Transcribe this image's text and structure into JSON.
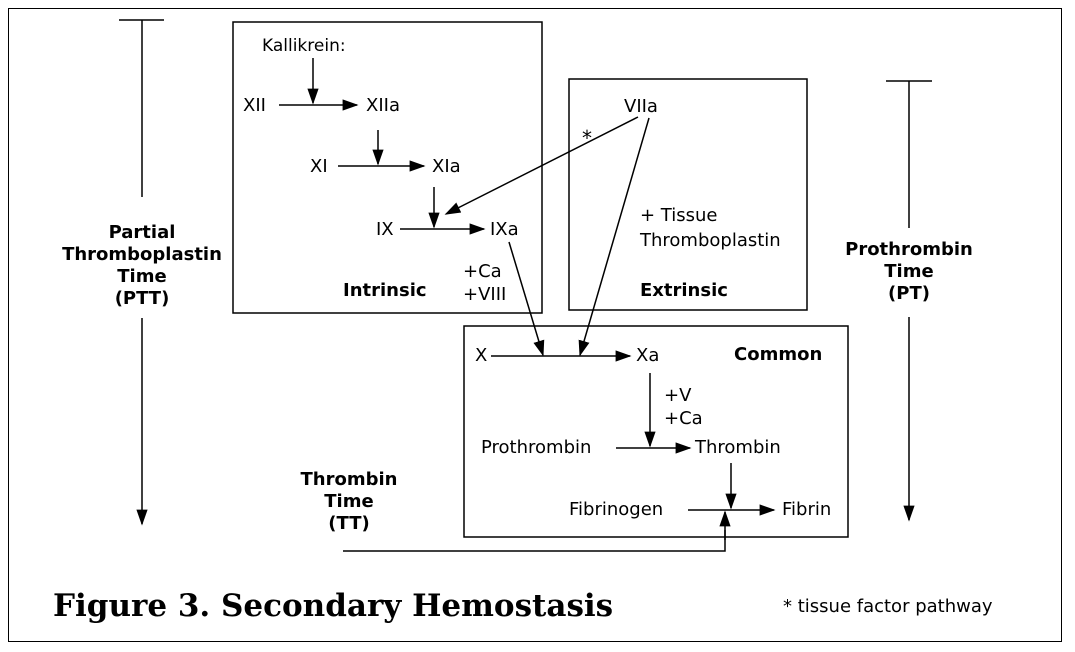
{
  "figure": {
    "title": "Figure 3. Secondary Hemostasis",
    "footnote": "* tissue factor pathway"
  },
  "measures": {
    "ptt": [
      "Partial",
      "Thromboplastin",
      "Time",
      "(PTT)"
    ],
    "pt": [
      "Prothrombin",
      "Time",
      "(PT)"
    ],
    "tt": [
      "Thrombin",
      "Time",
      "(TT)"
    ]
  },
  "intrinsic": {
    "title": "Intrinsic",
    "kallikrein": "Kallikrein:",
    "xii": "XII",
    "xiia": "XIIa",
    "xi": "XI",
    "xia": "XIa",
    "ix": "IX",
    "ixa": "IXa",
    "cofactor1": "+Ca",
    "cofactor2": "+VIII"
  },
  "extrinsic": {
    "title": "Extrinsic",
    "viia": "VIIa",
    "asterisk": "*",
    "tissue1": "+ Tissue",
    "tissue2": "Thromboplastin"
  },
  "common": {
    "title": "Common",
    "x": "X",
    "xa": "Xa",
    "cofactor1": "+V",
    "cofactor2": "+Ca",
    "prothrombin": "Prothrombin",
    "thrombin": "Thrombin",
    "fibrinogen": "Fibrinogen",
    "fibrin": "Fibrin"
  }
}
